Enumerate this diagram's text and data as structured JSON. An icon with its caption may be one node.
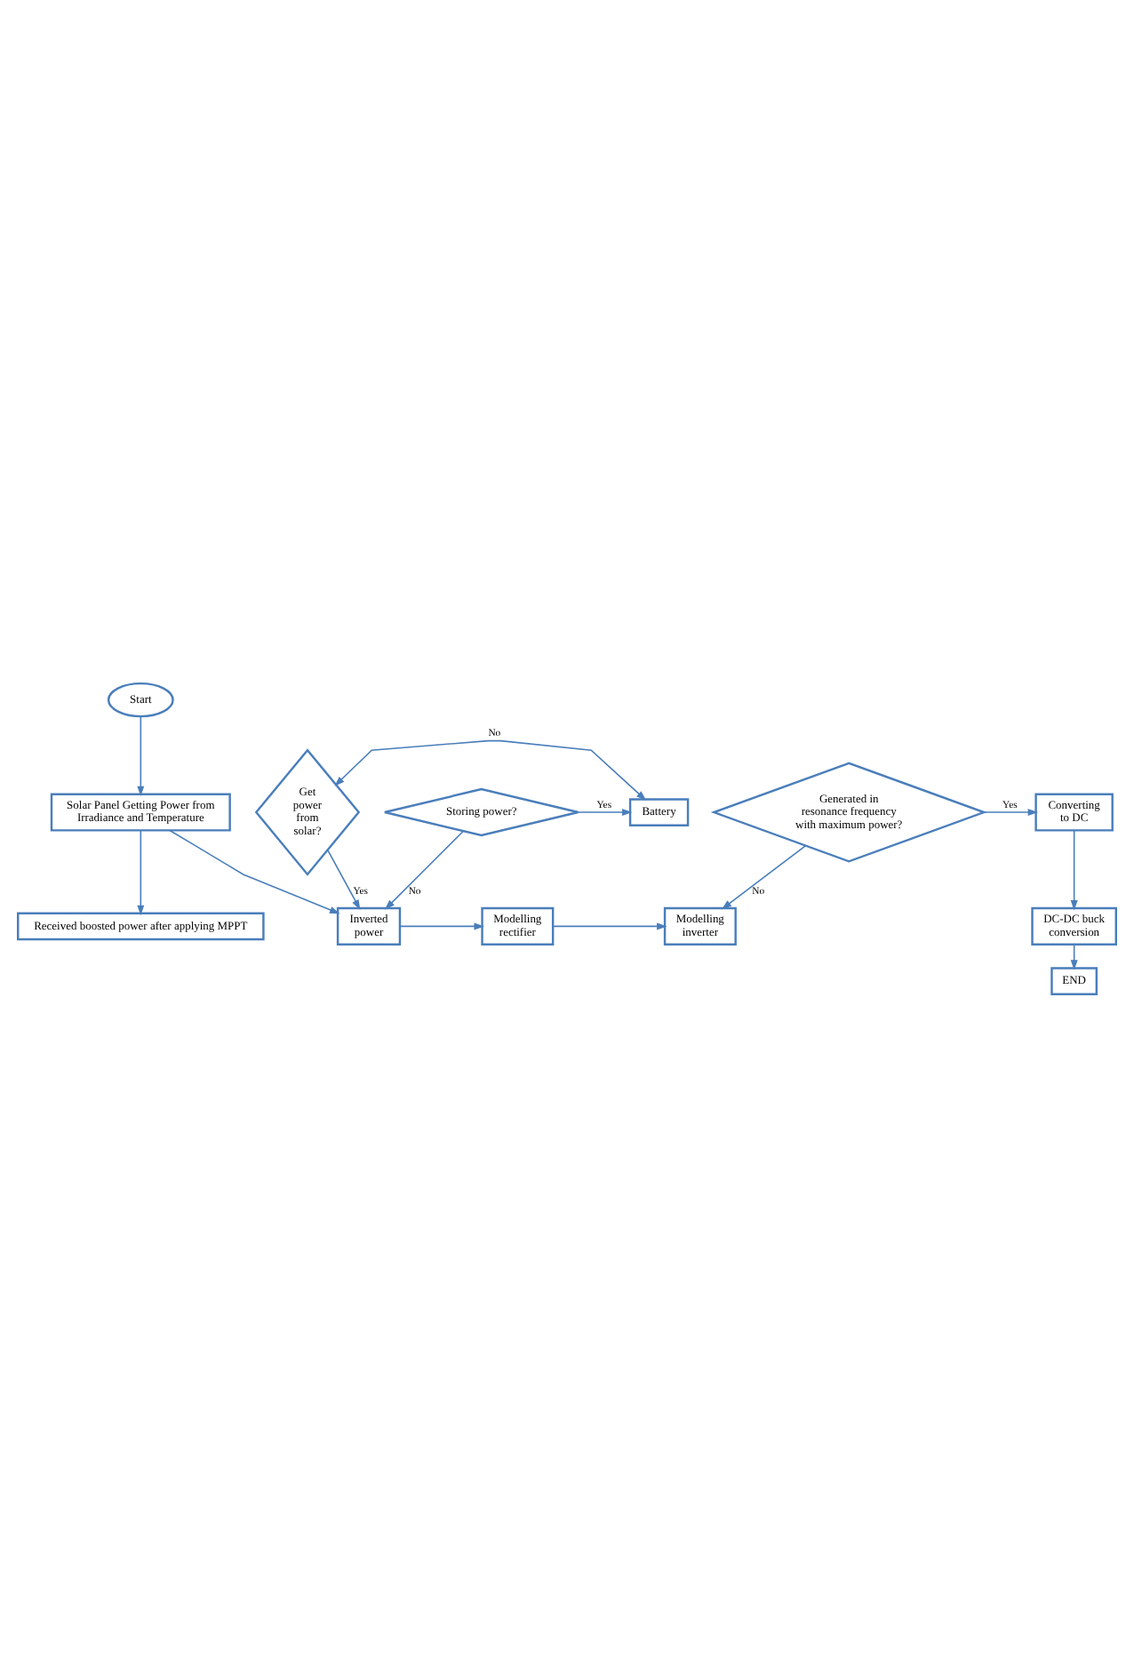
{
  "diagram": {
    "nodes": [
      {
        "text": [
          "Start"
        ]
      },
      {
        "text": [
          "Solar Panel Getting Power from Irradiance and Temperature"
        ]
      },
      {
        "text": [
          "Received boosted power after applying MPPT"
        ]
      },
      {
        "text": [
          "Get power from solar?"
        ]
      },
      {
        "text": [
          "Battery"
        ]
      },
      {
        "text": [
          "Storing power?"
        ]
      },
      {
        "text": [
          "Inverted power"
        ]
      },
      {
        "text": [
          "Modelling rectifier"
        ]
      },
      {
        "text": [
          "Modelling inverter"
        ]
      },
      {
        "text": [
          "Generated in resonance frequency with maximum power?"
        ]
      },
      {
        "text": [
          "Converting to DC"
        ]
      },
      {
        "text": [
          "DC-DC buck conversion"
        ]
      },
      {
        "text": [
          "END"
        ]
      }
    ],
    "edges": [
      {
        "from": 0,
        "to": 1,
        "arrow": "to"
      },
      {
        "from": 1,
        "to": 2,
        "arrow": "to"
      },
      {
        "from": 1,
        "to": 6,
        "arrow": "to"
      },
      {
        "from": 3,
        "to": 4,
        "label": "No",
        "arrow": "both"
      },
      {
        "from": 3,
        "to": 6,
        "label": "Yes",
        "arrow": "to"
      },
      {
        "from": 5,
        "to": 4,
        "label": "Yes",
        "arrow": "to"
      },
      {
        "from": 5,
        "to": 6,
        "label": "No",
        "arrow": "to"
      },
      {
        "from": 6,
        "to": 7,
        "arrow": "to"
      },
      {
        "from": 7,
        "to": 8,
        "arrow": "to"
      },
      {
        "from": 9,
        "to": 8,
        "label": "No",
        "arrow": "to"
      },
      {
        "from": 9,
        "to": 10,
        "label": "Yes",
        "arrow": "to"
      },
      {
        "from": 10,
        "to": 11,
        "arrow": "to"
      },
      {
        "from": 11,
        "to": 12,
        "arrow": "to"
      }
    ]
  }
}
